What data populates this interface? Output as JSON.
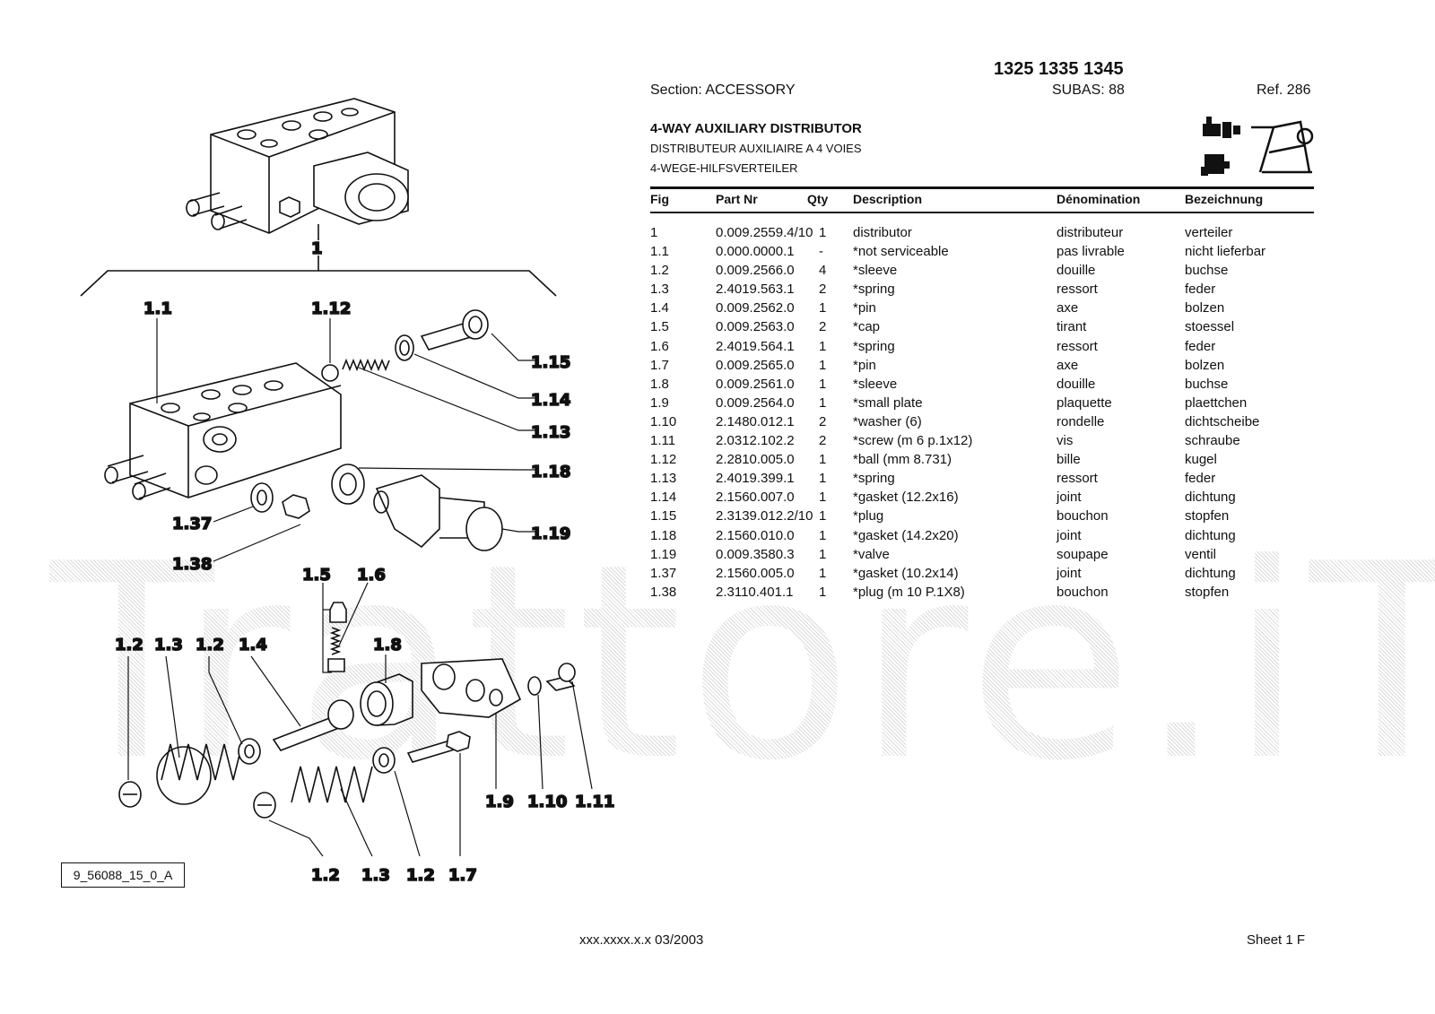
{
  "header": {
    "models": "1325 1335 1345",
    "section": "Section: ACCESSORY",
    "subas": "SUBAS: 88",
    "ref": "Ref. 286",
    "title": "4-WAY AUXILIARY DISTRIBUTOR",
    "subtitle_fr": "DISTRIBUTEUR AUXILIAIRE A 4 VOIES",
    "subtitle_de": "4-WEGE-HILFSVERTEILER"
  },
  "watermark": "Trattore.iT",
  "table": {
    "columns": [
      "Fig",
      "Part Nr",
      "Qty",
      "Description",
      "Dénomination",
      "Bezeichnung"
    ],
    "rows": [
      [
        "1",
        "0.009.2559.4/10",
        "1",
        "distributor",
        "distributeur",
        "verteiler"
      ],
      [
        "1.1",
        "0.000.0000.1",
        "-",
        "*not serviceable",
        "pas livrable",
        "nicht lieferbar"
      ],
      [
        "1.2",
        "0.009.2566.0",
        "4",
        "*sleeve",
        "douille",
        "buchse"
      ],
      [
        "1.3",
        "2.4019.563.1",
        "2",
        "*spring",
        "ressort",
        "feder"
      ],
      [
        "1.4",
        "0.009.2562.0",
        "1",
        "*pin",
        "axe",
        "bolzen"
      ],
      [
        "1.5",
        "0.009.2563.0",
        "2",
        "*cap",
        "tirant",
        "stoessel"
      ],
      [
        "1.6",
        "2.4019.564.1",
        "1",
        "*spring",
        "ressort",
        "feder"
      ],
      [
        "1.7",
        "0.009.2565.0",
        "1",
        "*pin",
        "axe",
        "bolzen"
      ],
      [
        "1.8",
        "0.009.2561.0",
        "1",
        "*sleeve",
        "douille",
        "buchse"
      ],
      [
        "1.9",
        "0.009.2564.0",
        "1",
        "*small plate",
        "plaquette",
        "plaettchen"
      ],
      [
        "1.10",
        "2.1480.012.1",
        "2",
        "*washer (6)",
        "rondelle",
        "dichtscheibe"
      ],
      [
        "1.11",
        "2.0312.102.2",
        "2",
        "*screw (m 6 p.1x12)",
        "vis",
        "schraube"
      ],
      [
        "1.12",
        "2.2810.005.0",
        "1",
        "*ball (mm 8.731)",
        "bille",
        "kugel"
      ],
      [
        "1.13",
        "2.4019.399.1",
        "1",
        "*spring",
        "ressort",
        "feder"
      ],
      [
        "1.14",
        "2.1560.007.0",
        "1",
        "*gasket (12.2x16)",
        "joint",
        "dichtung"
      ],
      [
        "1.15",
        "2.3139.012.2/10",
        "1",
        "*plug",
        "bouchon",
        "stopfen"
      ],
      [
        "1.18",
        "2.1560.010.0",
        "1",
        "*gasket (14.2x20)",
        "joint",
        "dichtung"
      ],
      [
        "1.19",
        "0.009.3580.3",
        "1",
        "*valve",
        "soupape",
        "ventil"
      ],
      [
        "1.37",
        "2.1560.005.0",
        "1",
        "*gasket (10.2x14)",
        "joint",
        "dichtung"
      ],
      [
        "1.38",
        "2.3110.401.1",
        "1",
        "*plug (m 10 P.1X8)",
        "bouchon",
        "stopfen"
      ]
    ]
  },
  "diagram": {
    "code": "9_56088_15_0_A",
    "callouts": {
      "c1": "1",
      "c1_1": "1.1",
      "c1_12": "1.12",
      "c1_15": "1.15",
      "c1_14": "1.14",
      "c1_13": "1.13",
      "c1_18": "1.18",
      "c1_19": "1.19",
      "c1_37": "1.37",
      "c1_38": "1.38",
      "c1_5": "1.5",
      "c1_6": "1.6",
      "c1_2a": "1.2",
      "c1_3a": "1.3",
      "c1_2b": "1.2",
      "c1_4": "1.4",
      "c1_8": "1.8",
      "c1_9": "1.9",
      "c1_10": "1.10",
      "c1_11": "1.11",
      "c1_2c": "1.2",
      "c1_3b": "1.3",
      "c1_2d": "1.2",
      "c1_7": "1.7"
    }
  },
  "footer": {
    "code": "xxx.xxxx.x.x  03/2003",
    "sheet": "Sheet 1 F"
  }
}
